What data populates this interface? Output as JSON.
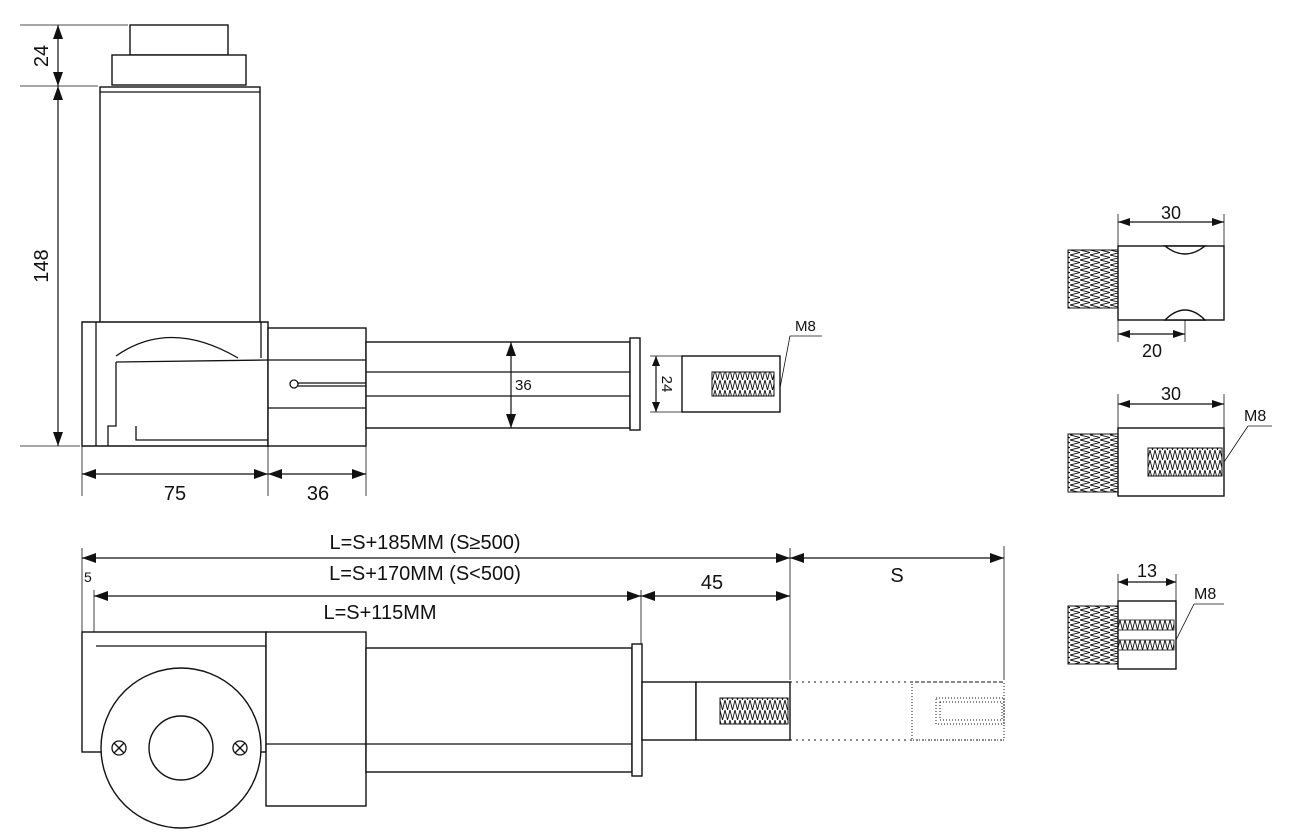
{
  "dims": {
    "motor_cap_height": "24",
    "motor_height": "148",
    "shaft_diameter": "36",
    "rod_end_height": "24",
    "rod_end_thread": "M8",
    "base_width": "75",
    "gearbox_width": "36",
    "length_long": "L=S+185MM (S≥500)",
    "length_short": "L=S+170MM (S<500)",
    "length_body": "L=S+115MM",
    "offset_5": "5",
    "end_45": "45",
    "stroke": "S"
  },
  "ends": {
    "clevis_width": "30",
    "clevis_slot": "20",
    "tapped_width": "30",
    "tapped_thread": "M8",
    "short_width": "13",
    "short_thread": "M8"
  }
}
